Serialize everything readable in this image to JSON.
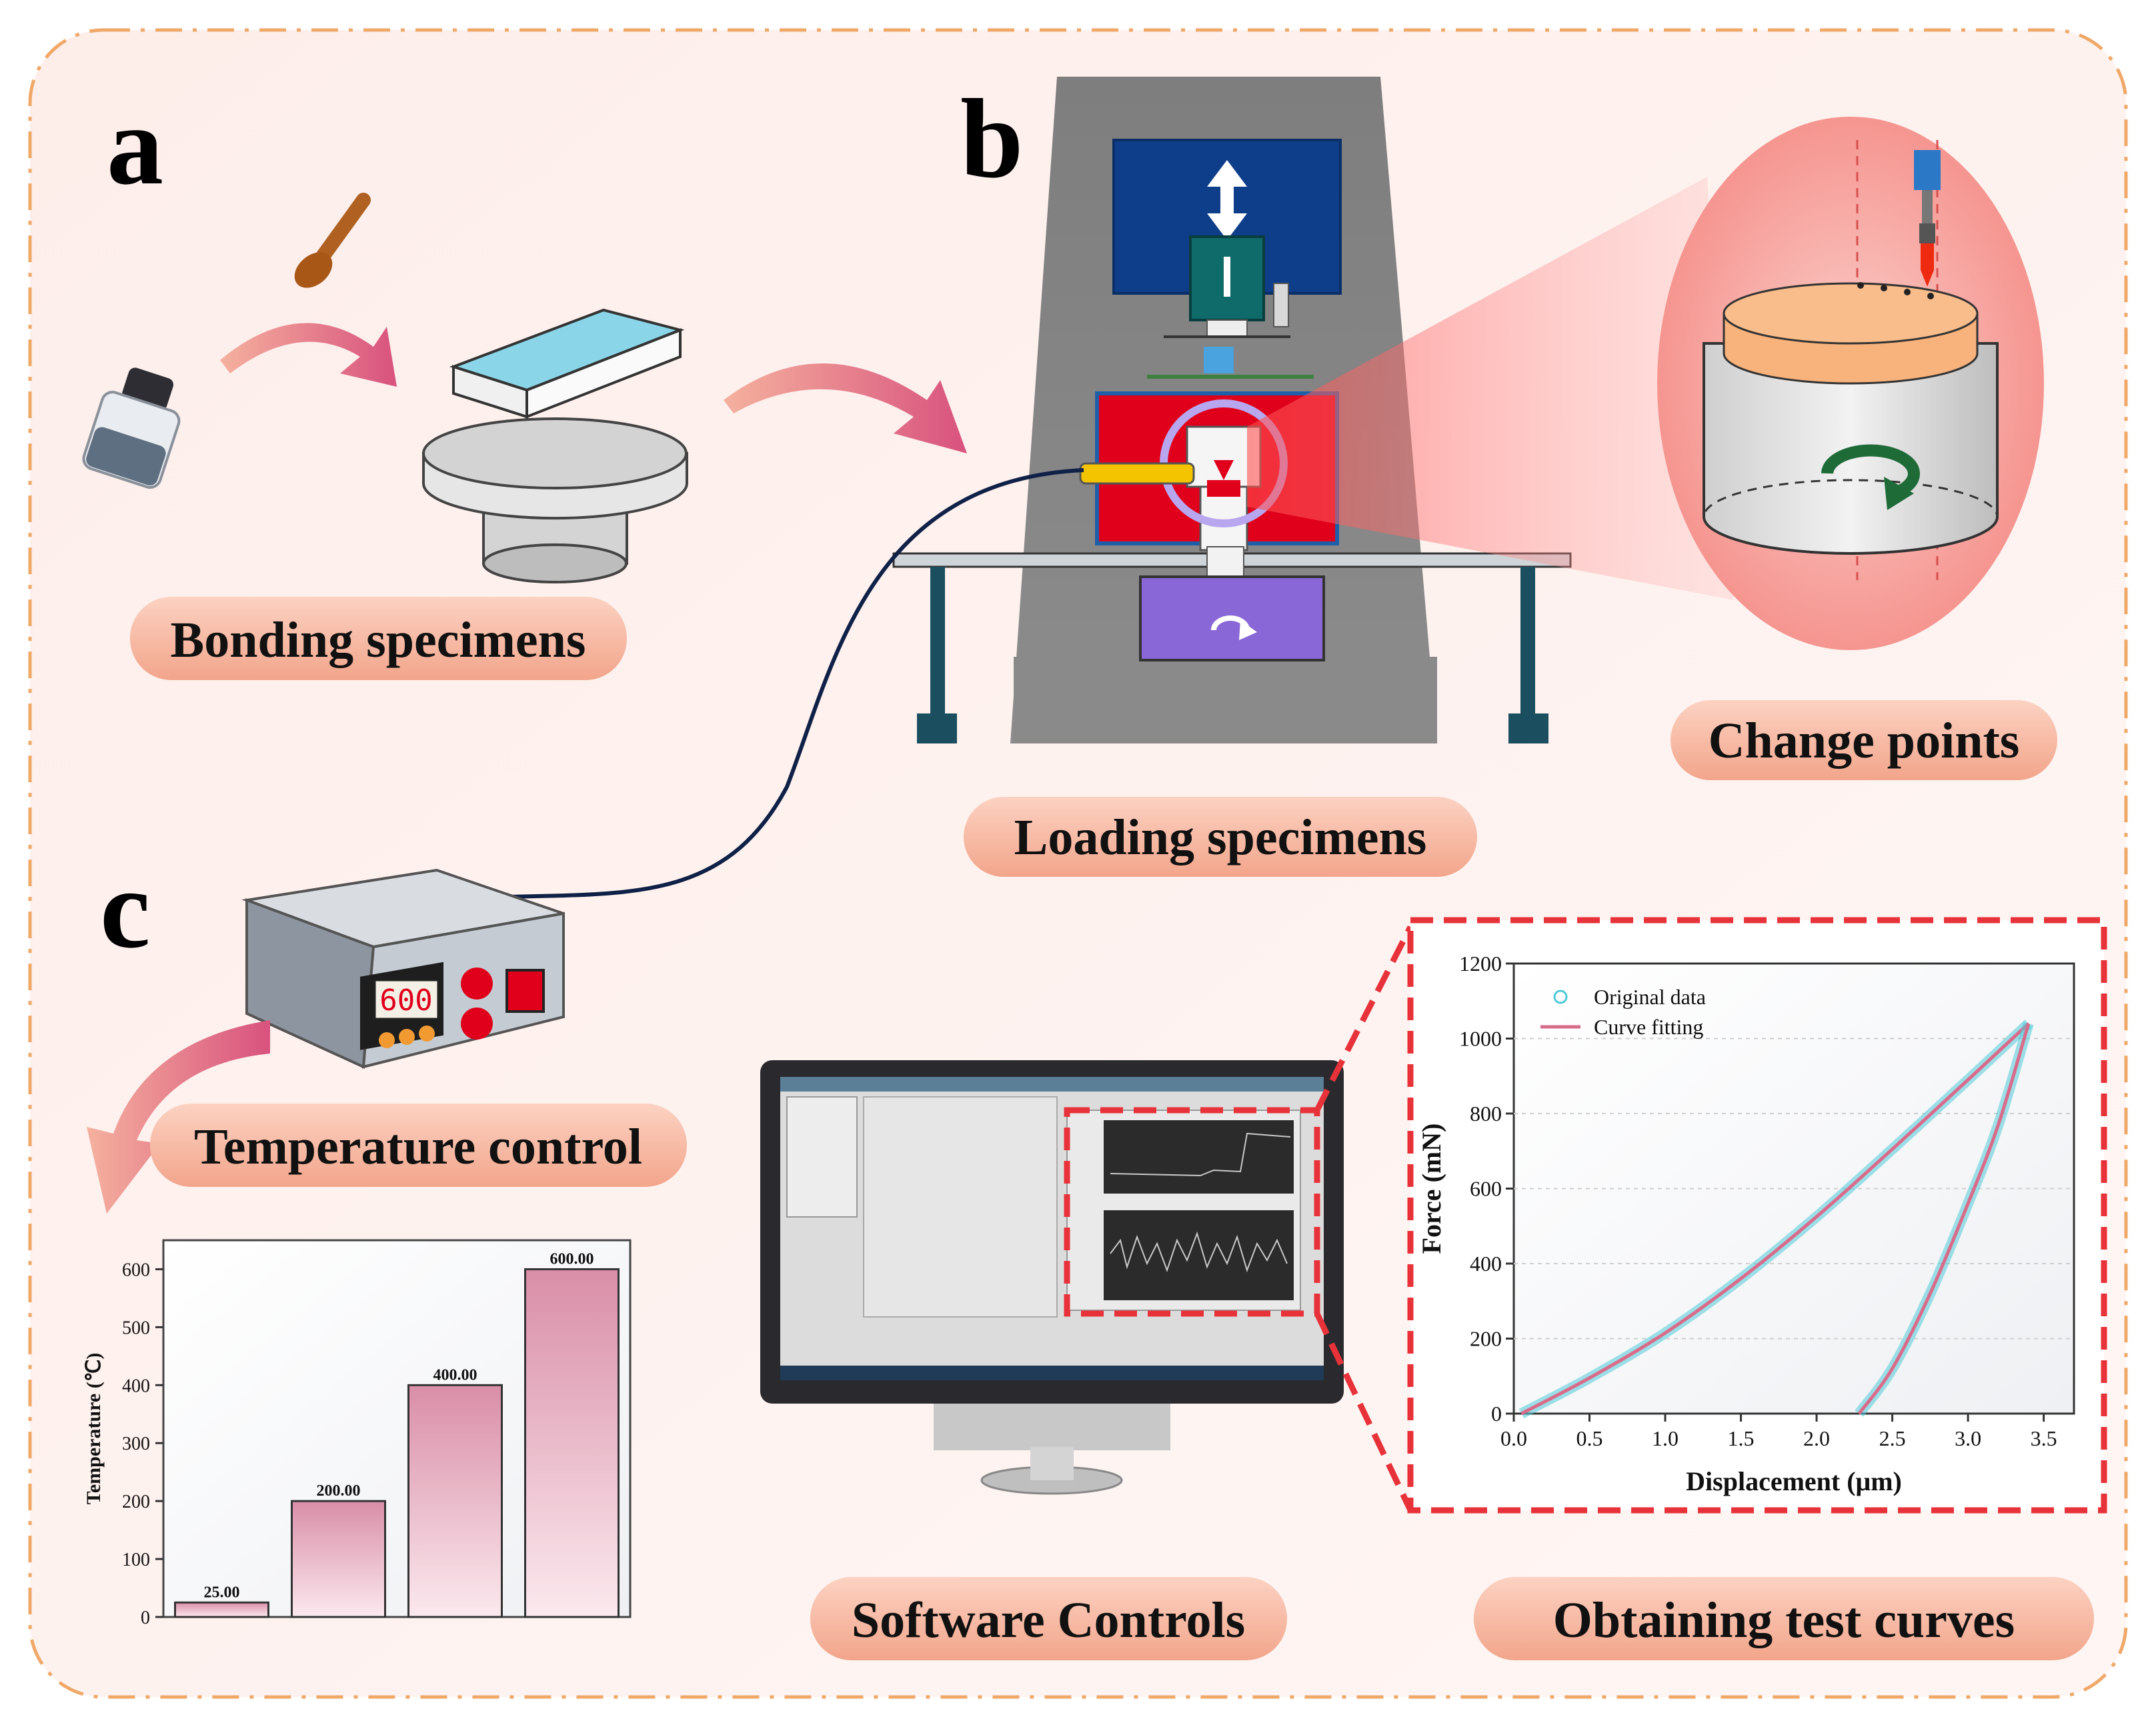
{
  "panels": {
    "a": "a",
    "b": "b",
    "c": "c"
  },
  "labels": {
    "bonding": "Bonding specimens",
    "loading": "Loading specimens",
    "change_points": "Change points",
    "temperature_control": "Temperature control",
    "software": "Software Controls",
    "curves": "Obtaining test curves"
  },
  "controller": {
    "display": "600"
  },
  "colors": {
    "accent": "#e8323a",
    "pink": "#d96b8a",
    "cyan": "#4ecbd8",
    "pill": "#f6b7a0"
  },
  "chart_data": [
    {
      "type": "bar",
      "categories": [
        "",
        "",
        "",
        ""
      ],
      "values": [
        25,
        200,
        400,
        600
      ],
      "data_labels": [
        "25.00",
        "200.00",
        "400.00",
        "600.00"
      ],
      "ylabel": "Temperature (℃)",
      "ylim": [
        0,
        650
      ],
      "yticks": [
        0,
        100,
        200,
        300,
        400,
        500,
        600
      ]
    },
    {
      "type": "line",
      "xlabel": "Displacement (μm)",
      "ylabel": "Force (mN)",
      "xlim": [
        0,
        3.7
      ],
      "ylim": [
        0,
        1200
      ],
      "xticks": [
        "0.0",
        "0.5",
        "1.0",
        "1.5",
        "2.0",
        "2.5",
        "3.0",
        "3.5"
      ],
      "yticks": [
        "0",
        "200",
        "400",
        "600",
        "800",
        "1000",
        "1200"
      ],
      "legend": [
        "Original data",
        "Curve fitting"
      ],
      "series": [
        {
          "name": "Curve fitting",
          "branch": "loading",
          "x": [
            0.05,
            0.5,
            1.0,
            1.5,
            2.0,
            2.5,
            3.0,
            3.4
          ],
          "y": [
            0,
            95,
            215,
            360,
            525,
            705,
            890,
            1040
          ]
        },
        {
          "name": "Curve fitting",
          "branch": "unloading",
          "x": [
            2.28,
            2.5,
            2.75,
            3.0,
            3.2,
            3.4
          ],
          "y": [
            0,
            120,
            320,
            560,
            770,
            1040
          ]
        }
      ]
    }
  ]
}
